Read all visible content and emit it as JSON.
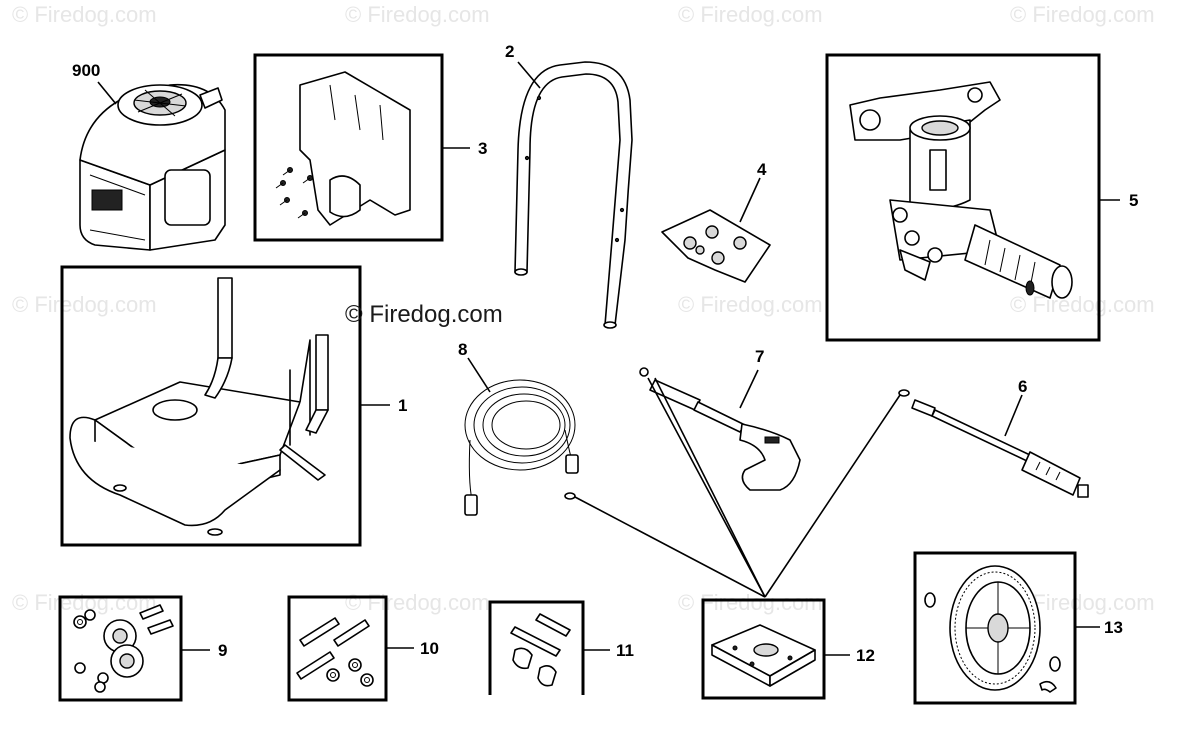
{
  "watermark": {
    "main_text": "© Firedog.com",
    "faint_text": "© Firedog.com"
  },
  "callouts": {
    "c900": "900",
    "c1": "1",
    "c2": "2",
    "c3": "3",
    "c4": "4",
    "c5": "5",
    "c6": "6",
    "c7": "7",
    "c8": "8",
    "c9": "9",
    "c10": "10",
    "c11": "11",
    "c12": "12",
    "c13": "13"
  },
  "colors": {
    "line": "#000000",
    "watermark_faint": "#e6e6e6",
    "background": "#ffffff"
  }
}
